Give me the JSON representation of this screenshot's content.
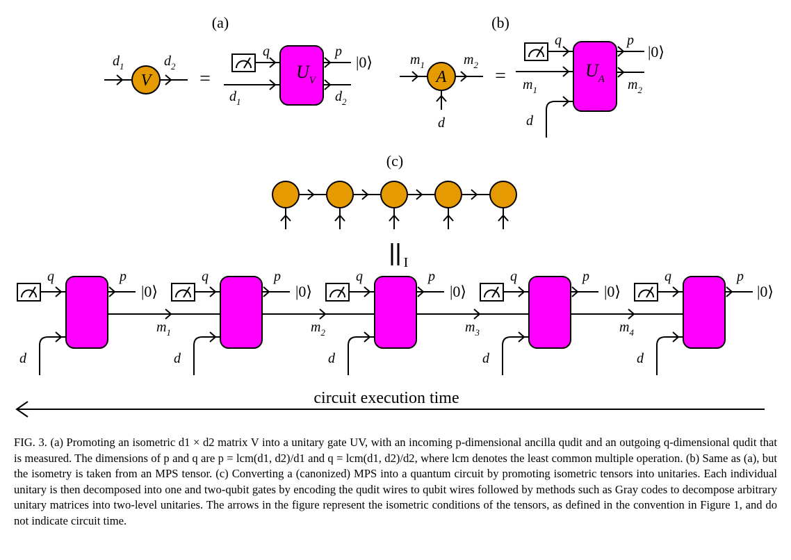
{
  "figure": {
    "panels": {
      "a": {
        "label": "(a)",
        "tensor": "V",
        "in_dim": "d1",
        "out_dim": "d2",
        "gate": "U_V",
        "measured": "q",
        "ancilla": "p",
        "ket": "|0⟩",
        "circuit_in": "d1",
        "circuit_out": "d2"
      },
      "b": {
        "label": "(b)",
        "tensor": "A",
        "in_bond": "m1",
        "out_bond": "m2",
        "physical": "d",
        "gate": "U_A",
        "measured": "q",
        "ancilla": "p",
        "ket": "|0⟩"
      },
      "c": {
        "label": "(c)",
        "mps_sites": 5,
        "equals": "||",
        "measured": "q",
        "ancilla": "p",
        "ket": "|0⟩",
        "physical": "d",
        "bonds": [
          "m1",
          "m2",
          "m3",
          "m4"
        ],
        "time_label": "circuit execution time"
      }
    },
    "colors": {
      "tensor_fill": "#E59A00",
      "gate_fill": "#FF00FF",
      "line": "#000000"
    },
    "caption": {
      "lead": "FIG. 3.",
      "text": "(a) Promoting an isometric d1 × d2 matrix V into a unitary gate UV, with an incoming p-dimensional ancilla qudit and an outgoing q-dimensional qudit that is measured. The dimensions of p and q are p = lcm(d1, d2)/d1 and q = lcm(d1, d2)/d2, where lcm denotes the least common multiple operation. (b) Same as (a), but the isometry is taken from an MPS tensor. (c) Converting a (canonized) MPS into a quantum circuit by promoting isometric tensors into unitaries. Each individual unitary is then decomposed into one and two-qubit gates by encoding the qudit wires to qubit wires followed by methods such as Gray codes to decompose arbitrary unitary matrices into two-level unitaries. The arrows in the figure represent the isometric conditions of the tensors, as defined in the convention in Figure 1, and do not indicate circuit time."
    }
  }
}
